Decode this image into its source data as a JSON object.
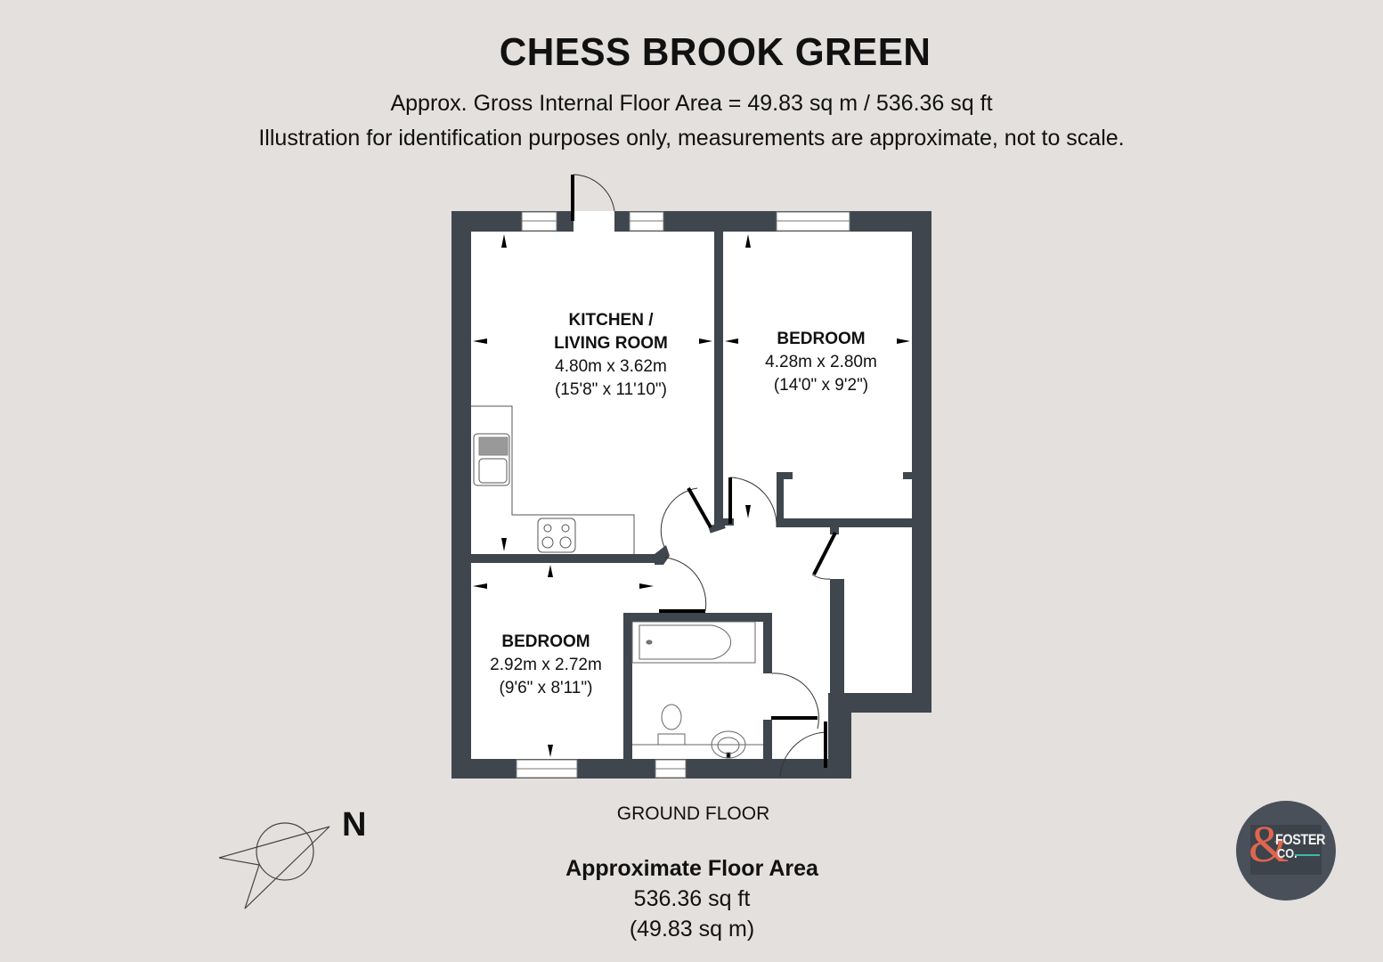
{
  "header": {
    "title": "CHESS BROOK GREEN",
    "gross_area_line": "Approx. Gross Internal Floor Area = 49.83 sq m / 536.36 sq ft",
    "disclaimer": "Illustration for identification purposes only, measurements are approximate, not to scale."
  },
  "rooms": [
    {
      "name_line1": "KITCHEN /",
      "name_line2": "LIVING ROOM",
      "metric": "4.80m x 3.62m",
      "imperial": "(15'8\" x 11'10\")"
    },
    {
      "name_line1": "BEDROOM",
      "metric": "4.28m x 2.80m",
      "imperial": "(14'0\" x 9'2\")"
    },
    {
      "name_line1": "BEDROOM",
      "metric": "2.92m x 2.72m",
      "imperial": "(9'6\" x 8'11\")"
    }
  ],
  "floor": {
    "label": "GROUND FLOOR",
    "area_heading": "Approximate Floor Area",
    "area_sqft": "536.36 sq ft",
    "area_sqm": "(49.83 sq m)"
  },
  "compass": {
    "icon": "north-arrow-icon",
    "label": "N"
  },
  "logo": {
    "icon": "agency-logo",
    "ampersand": "&",
    "word1": "FOSTER",
    "word2": "CO."
  },
  "colors": {
    "background": "#e3e0dd",
    "wall": "#3f464d",
    "floor": "#ffffff",
    "logo_circle": "#4a5059",
    "logo_ampersand": "#e0654f",
    "logo_accent": "#3fb8a8"
  }
}
